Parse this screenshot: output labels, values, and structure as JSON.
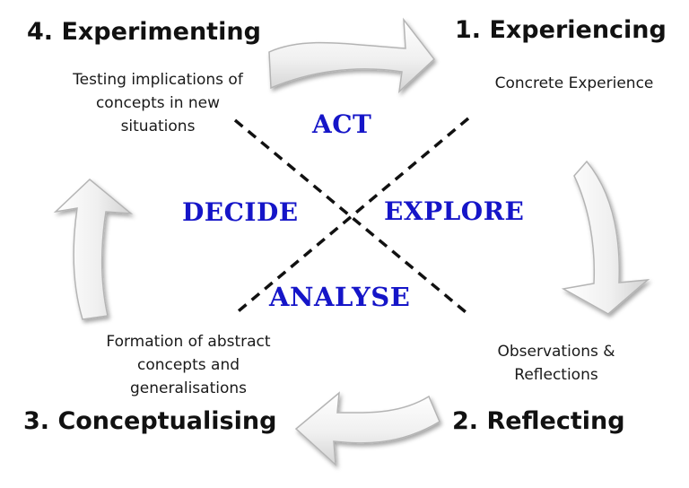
{
  "stages": {
    "experiencing": {
      "title": "1. Experiencing",
      "desc": [
        "Concrete Experience"
      ]
    },
    "reflecting": {
      "title": "2. Reflecting",
      "desc": [
        "Observations &",
        "Reflections"
      ]
    },
    "conceptualising": {
      "title": "3. Conceptualising",
      "desc": [
        "Formation of abstract",
        "concepts and",
        "generalisations"
      ]
    },
    "experimenting": {
      "title": "4. Experimenting",
      "desc": [
        "Testing implications of",
        "concepts in new",
        "situations"
      ]
    }
  },
  "actions": {
    "act": "ACT",
    "explore": "EXPLORE",
    "analyse": "ANALYSE",
    "decide": "DECIDE"
  },
  "colors": {
    "action_text": "#1515c8",
    "title_text": "#111111",
    "arrow_fill": "#f1f1f1",
    "arrow_stroke": "#b4b4b4",
    "divider": "#111111"
  }
}
